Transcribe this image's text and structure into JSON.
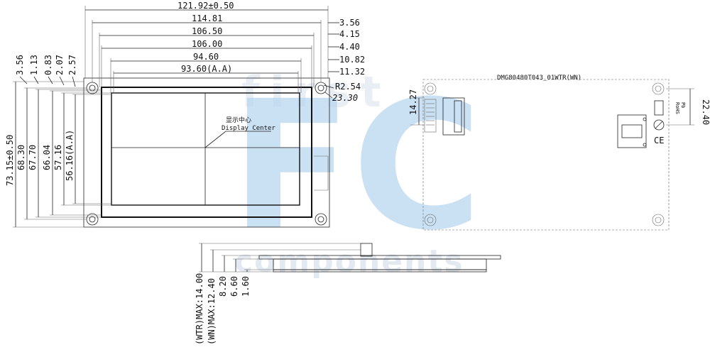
{
  "top_dims": [
    "121.92±0.50",
    "114.81",
    "106.50",
    "106.00",
    "94.60",
    "93.60(A.A)"
  ],
  "right_top_dims": [
    "3.56",
    "4.15",
    "4.40",
    "10.82",
    "11.32",
    "R2.54",
    "23.30"
  ],
  "left_dims": [
    "73.15±0.50",
    "68.30",
    "67.70",
    "66.04",
    "57.16",
    "56.16(A.A)",
    "3.56",
    "1.13",
    "0.83",
    "2.07",
    "2.57"
  ],
  "center_label_cn": "显示中心",
  "center_label_en": "Display Center",
  "side_dims": [
    "(WTR)MAX:14.00",
    "(WN)MAX:12.40",
    "8.20",
    "6.60",
    "1.60"
  ],
  "back_view": {
    "model": "DMG80480T043_01WTR(WN)",
    "dim_left": "14.27",
    "dim_right": "22.40",
    "rohs_label": "RoHS"
  },
  "watermark": {
    "line1": "first",
    "letters": "FC",
    "line2": "components",
    "color": "#9ec6e8"
  }
}
